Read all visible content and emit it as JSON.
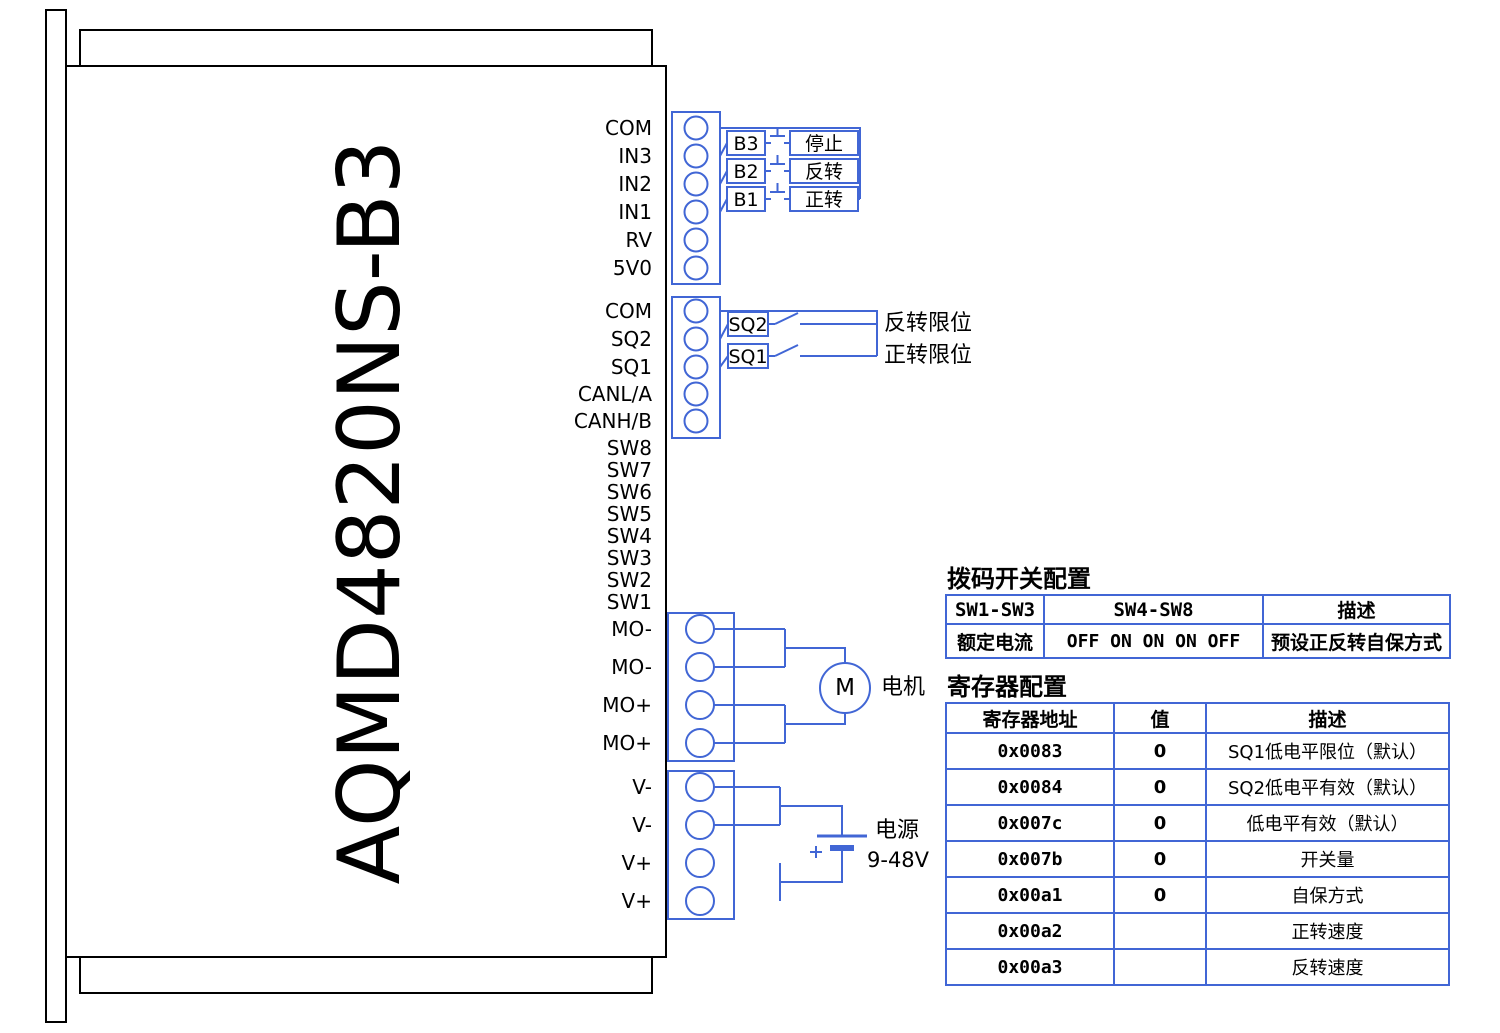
{
  "device": {
    "name": "AQMD4820NS-B3"
  },
  "pins": {
    "io": [
      "COM",
      "IN3",
      "IN2",
      "IN1",
      "RV",
      "5V0"
    ],
    "signal": [
      "COM",
      "SQ2",
      "SQ1",
      "CANL/A",
      "CANH/B"
    ],
    "dip": [
      "SW8",
      "SW7",
      "SW6",
      "SW5",
      "SW4",
      "SW3",
      "SW2",
      "SW1"
    ],
    "motor": [
      "MO-",
      "MO-",
      "MO+",
      "MO+"
    ],
    "power": [
      "V-",
      "V-",
      "V+",
      "V+"
    ]
  },
  "buttons": [
    {
      "id": "B3",
      "action": "停止"
    },
    {
      "id": "B2",
      "action": "反转"
    },
    {
      "id": "B1",
      "action": "正转"
    }
  ],
  "limit_switches": [
    {
      "id": "SQ2",
      "label": "反转限位"
    },
    {
      "id": "SQ1",
      "label": "正转限位"
    }
  ],
  "motor": {
    "symbol": "M",
    "label": "电机"
  },
  "power_supply": {
    "label": "电源",
    "voltage": "9-48V"
  },
  "dip_table": {
    "title": "拨码开关配置",
    "headers": [
      "SW1-SW3",
      "SW4-SW8",
      "描述"
    ],
    "rows": [
      [
        "额定电流",
        "OFF ON ON ON OFF",
        "预设正反转自保方式"
      ]
    ]
  },
  "reg_table": {
    "title": "寄存器配置",
    "headers": [
      "寄存器地址",
      "值",
      "描述"
    ],
    "rows": [
      [
        "0x0083",
        "0",
        "SQ1低电平限位（默认）"
      ],
      [
        "0x0084",
        "0",
        "SQ2低电平有效（默认）"
      ],
      [
        "0x007c",
        "0",
        "低电平有效（默认）"
      ],
      [
        "0x007b",
        "0",
        "开关量"
      ],
      [
        "0x00a1",
        "0",
        "自保方式"
      ],
      [
        "0x00a2",
        "",
        "正转速度"
      ],
      [
        "0x00a3",
        "",
        "反转速度"
      ]
    ]
  },
  "colors": {
    "accent_blue": "#4166d5",
    "ink": "#000000"
  }
}
